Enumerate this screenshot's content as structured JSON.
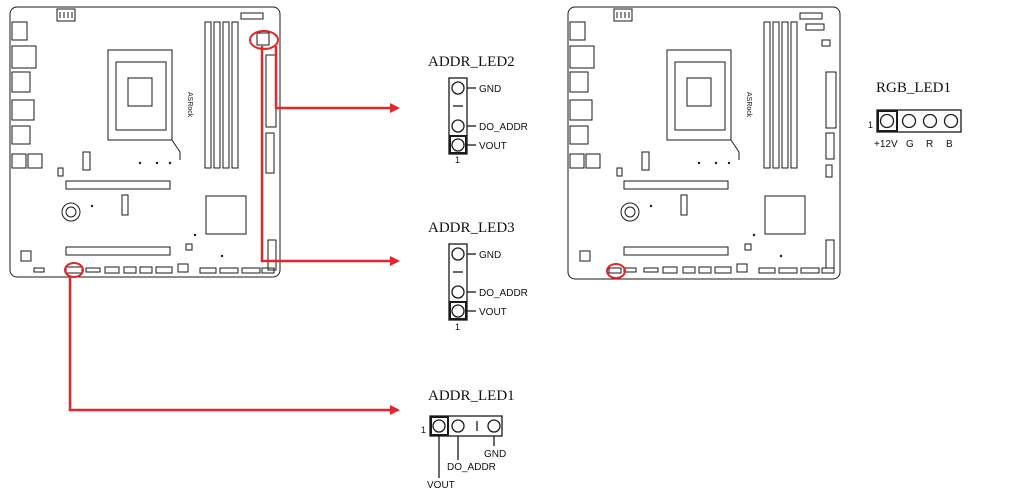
{
  "colors": {
    "accent": "#e3262b",
    "line": "#1a1a1a"
  },
  "board_brand": "ASRock",
  "headers": {
    "addr_led2": {
      "title": "ADDR_LED2",
      "gnd": "GND",
      "do_addr": "DO_ADDR",
      "vout": "VOUT",
      "pin1": "1"
    },
    "addr_led3": {
      "title": "ADDR_LED3",
      "gnd": "GND",
      "do_addr": "DO_ADDR",
      "vout": "VOUT",
      "pin1": "1"
    },
    "addr_led1": {
      "title": "ADDR_LED1",
      "gnd": "GND",
      "do_addr": "DO_ADDR",
      "vout": "VOUT",
      "pin1": "1"
    },
    "rgb_led1": {
      "title": "RGB_LED1",
      "p12v": "+12V",
      "g": "G",
      "r": "R",
      "b": "B",
      "pin1": "1"
    }
  }
}
